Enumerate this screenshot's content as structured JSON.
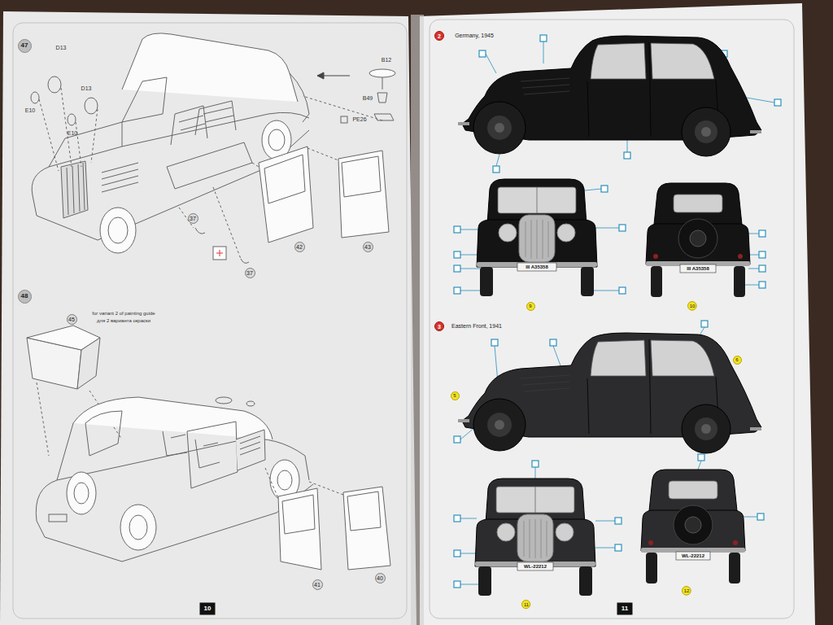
{
  "diagram": {
    "nodes": [
      {
        "text": [
          "47"
        ]
      },
      {
        "text": [
          "48"
        ]
      },
      {
        "text": [
          "37"
        ]
      },
      {
        "text": [
          "37"
        ]
      },
      {
        "text": [
          "42"
        ]
      },
      {
        "text": [
          "43"
        ]
      },
      {
        "text": [
          "45"
        ]
      },
      {
        "text": [
          "41"
        ]
      },
      {
        "text": [
          "40"
        ]
      },
      {
        "text": [
          "10"
        ]
      },
      {
        "text": [
          "2"
        ]
      },
      {
        "text": [
          "9"
        ]
      },
      {
        "text": [
          "10"
        ]
      },
      {
        "text": [
          "3"
        ]
      },
      {
        "text": [
          "5"
        ]
      },
      {
        "text": [
          "6"
        ]
      },
      {
        "text": [
          "11"
        ]
      },
      {
        "text": [
          "12"
        ]
      },
      {
        "text": [
          "11"
        ]
      }
    ],
    "labels": [
      "D13",
      "E10",
      "D13",
      "E10",
      "B12",
      "B49",
      "PE26",
      "for variant 2 of painting guide",
      "для 2 варианта окраски",
      "Germany, 1945",
      "III A35358",
      "III A35358",
      "Eastern Front, 1941",
      "WL-22212",
      "WL-22212"
    ]
  }
}
